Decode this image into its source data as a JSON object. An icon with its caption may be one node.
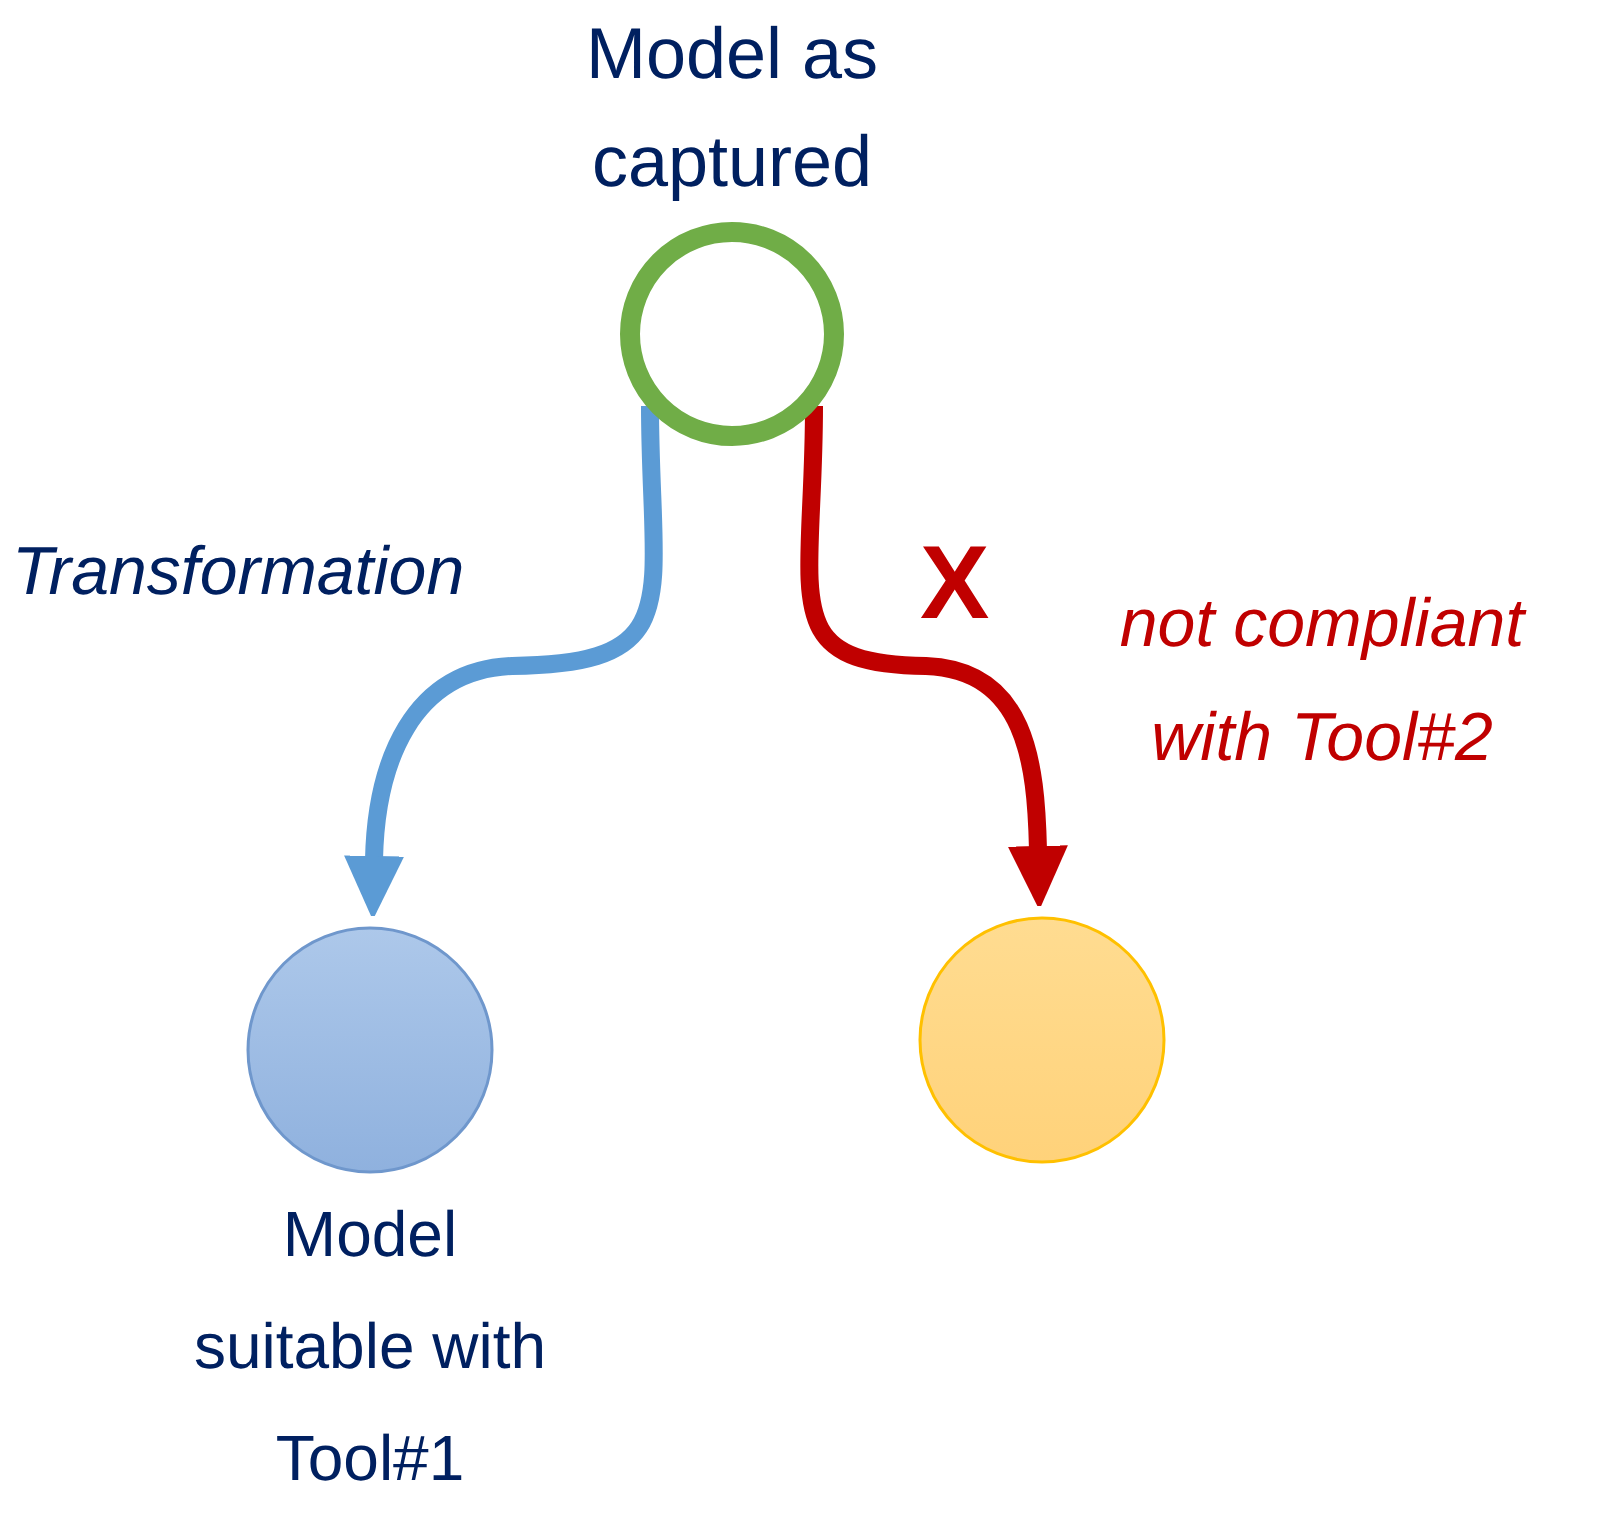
{
  "diagram": {
    "nodes": [
      {
        "text": [
          "Model as captured"
        ]
      },
      {
        "text": [
          "Model suitable with Tool#1"
        ]
      },
      {
        "text": [],
        "shape": "circle"
      }
    ],
    "edges": [
      {
        "from": 0,
        "to": 1,
        "arrow": "to",
        "label": "Transformation",
        "color": "#5b9bd5"
      },
      {
        "from": 0,
        "to": 2,
        "arrow": "to",
        "label": "not compliant with Tool#2",
        "color": "#c00000"
      }
    ],
    "labels": [
      "X"
    ]
  }
}
